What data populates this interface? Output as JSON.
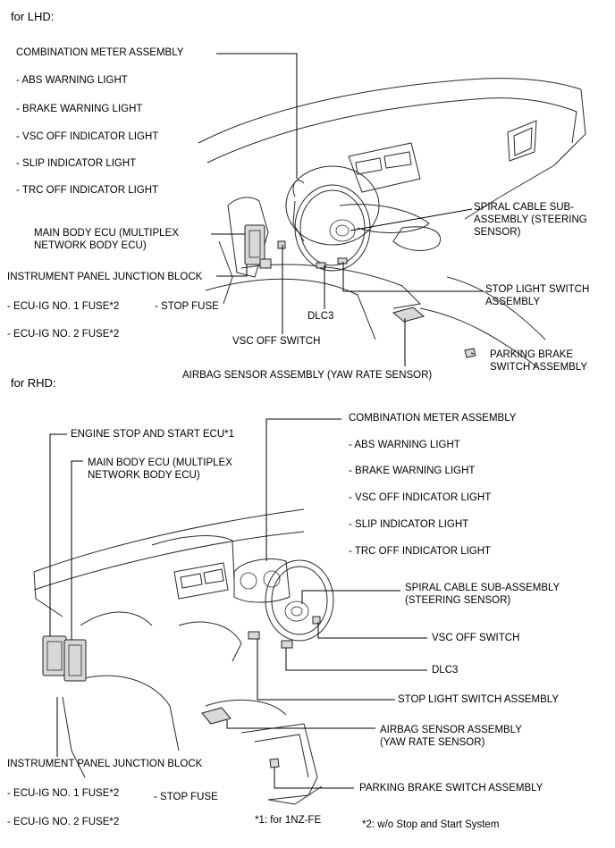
{
  "lhd": {
    "section_title": "for LHD:",
    "combination_meter": "COMBINATION METER ASSEMBLY",
    "abs_warning": "- ABS WARNING LIGHT",
    "brake_warning": "- BRAKE WARNING LIGHT",
    "vsc_off_indicator": "- VSC OFF INDICATOR LIGHT",
    "slip_indicator": "- SLIP INDICATOR LIGHT",
    "trc_off_indicator": "- TRC OFF INDICATOR LIGHT",
    "main_body_ecu_line1": "MAIN BODY ECU (MULTIPLEX",
    "main_body_ecu_line2": "NETWORK BODY ECU)",
    "instrument_panel_jb": "INSTRUMENT PANEL JUNCTION BLOCK",
    "ecu_ig_no1": "- ECU-IG NO. 1 FUSE*2",
    "stop_fuse": "- STOP FUSE",
    "ecu_ig_no2": "- ECU-IG NO. 2 FUSE*2",
    "vsc_off_switch": "VSC OFF SWITCH",
    "dlc3": "DLC3",
    "airbag_sensor": "AIRBAG SENSOR ASSEMBLY (YAW RATE SENSOR)",
    "spiral_line1": "SPIRAL CABLE SUB-",
    "spiral_line2": "ASSEMBLY (STEERING",
    "spiral_line3": "SENSOR)",
    "stop_light_line1": "STOP LIGHT SWITCH",
    "stop_light_line2": "ASSEMBLY",
    "parking_line1": "PARKING BRAKE",
    "parking_line2": "SWITCH ASSEMBLY"
  },
  "rhd": {
    "section_title": "for RHD:",
    "engine_stop_ecu": "ENGINE STOP AND START ECU*1",
    "main_body_ecu_line1": "MAIN BODY ECU (MULTIPLEX",
    "main_body_ecu_line2": "NETWORK BODY ECU)",
    "combination_meter": "COMBINATION METER ASSEMBLY",
    "abs_warning": "- ABS WARNING LIGHT",
    "brake_warning": "- BRAKE WARNING LIGHT",
    "vsc_off_indicator": "- VSC OFF INDICATOR LIGHT",
    "slip_indicator": "- SLIP INDICATOR LIGHT",
    "trc_off_indicator": "- TRC OFF INDICATOR LIGHT",
    "spiral_line1": "SPIRAL CABLE SUB-ASSEMBLY",
    "spiral_line2": "(STEERING SENSOR)",
    "vsc_off_switch": "VSC OFF SWITCH",
    "dlc3": "DLC3",
    "stop_light_switch": "STOP LIGHT SWITCH ASSEMBLY",
    "airbag_line1": "AIRBAG SENSOR ASSEMBLY",
    "airbag_line2": "(YAW RATE SENSOR)",
    "instrument_panel_jb": "INSTRUMENT PANEL JUNCTION BLOCK",
    "ecu_ig_no1": "- ECU-IG NO. 1 FUSE*2",
    "stop_fuse": "- STOP FUSE",
    "ecu_ig_no2": "- ECU-IG NO. 2 FUSE*2",
    "parking_brake_switch": "PARKING BRAKE SWITCH ASSEMBLY"
  },
  "footnotes": {
    "note1": "*1: for 1NZ-FE",
    "note2": "*2: w/o Stop and Start System"
  }
}
